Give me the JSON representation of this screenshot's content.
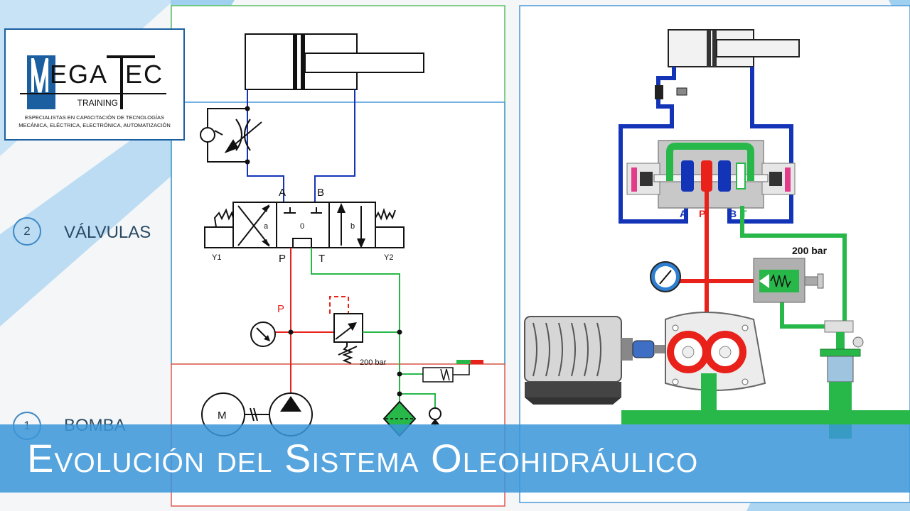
{
  "logo": {
    "brand_left": "EGA",
    "brand_right": "EC",
    "sub": "TRAINING",
    "tagline_1": "ESPECIALISTAS EN CAPACITACIÓN DE TECNOLOGÍAS",
    "tagline_2": "MECÁNICA, ELÉCTRICA, ELECTRÓNICA, AUTOMATIZACIÓN"
  },
  "steps": [
    {
      "number": "2",
      "label": "VÁLVULAS"
    },
    {
      "number": "1",
      "label": "BOMBA"
    }
  ],
  "schematic": {
    "port_a": "A",
    "port_b": "B",
    "port_p": "P",
    "port_t": "T",
    "solenoid_left": "Y1",
    "solenoid_right": "Y2",
    "pos_a": "a",
    "pos_0": "0",
    "pos_b": "b",
    "pressure_label": "P",
    "relief_setting": "200 bar",
    "motor": "M"
  },
  "cutaway": {
    "port_a": "A",
    "port_p": "P",
    "port_b": "B",
    "port_t": "T",
    "relief_setting": "200 bar"
  },
  "banner": {
    "title": "Evolución del Sistema Oleohidráulico"
  },
  "colors": {
    "pressure_line": "#e8211b",
    "return_line": "#28b84a",
    "work_line": "#1434b8",
    "banner": "#3a96d8"
  }
}
